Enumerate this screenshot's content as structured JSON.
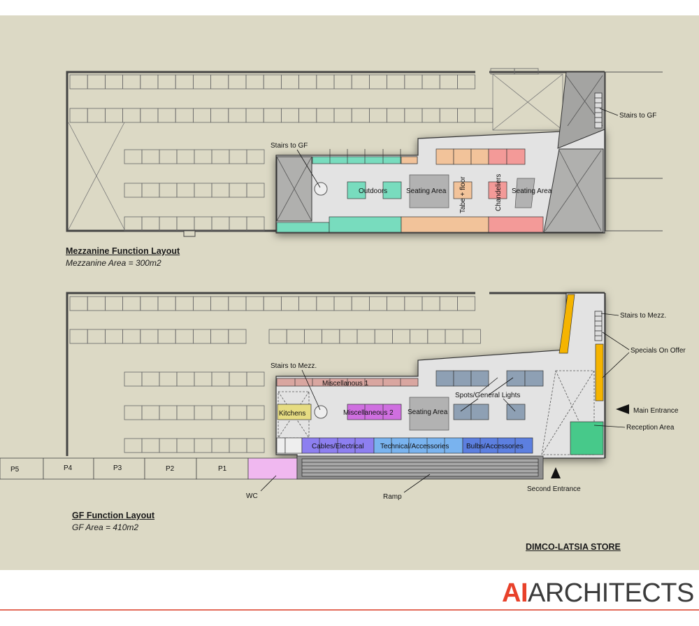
{
  "mezzanine": {
    "title": "Mezzanine Function Layout",
    "area": "Mezzanine Area  = 300m2",
    "labels": {
      "stairs_left": "Stairs to GF",
      "stairs_right": "Stairs to GF",
      "outdoors": "Outdoors",
      "seating_1": "Seating Area",
      "table_floor": "Tabe + floor",
      "chandeliers": "Chandeliers",
      "seating_2": "Seating Area"
    }
  },
  "ground_floor": {
    "title": "GF Function Layout",
    "area": "GF Area  = 410m2",
    "labels": {
      "stairs_left": "Stairs to Mezz.",
      "stairs_right": "Stairs to Mezz.",
      "misc_1": "Miscellanous 1",
      "kitchens": "Kitchens",
      "misc_2": "Miscellaneous 2",
      "seating": "Seating Area",
      "spots": "Spots/General Lights",
      "cables": "Cables/Electrical",
      "technical": "Technical/Accessories",
      "bulbs": "Bulbs/Accessories",
      "specials": "Specials On Offer",
      "main_entrance": "Main Entrance",
      "reception": "Reception Area",
      "second_entrance": "Second Entrance",
      "wc": "WC",
      "ramp": "Ramp"
    },
    "parking": [
      "P5",
      "P4",
      "P3",
      "P2",
      "P1"
    ]
  },
  "store_name": "DIMCO-LATSIA STORE",
  "logo": {
    "prefix": "AI",
    "suffix": "ARCHITECTS"
  },
  "colors": {
    "background": "#dcd9c5",
    "outdoors": "#78dcbe",
    "table_floor": "#f2c39a",
    "chandeliers": "#f39a98",
    "misc_1": "#d9a6a0",
    "kitchens": "#e6dc82",
    "misc_2": "#cf6fe0",
    "cables": "#8d7ff0",
    "technical": "#79b3ef",
    "bulbs": "#5c7fe0",
    "spots": "#8ea0b4",
    "specials": "#f5b400",
    "reception": "#47c98a",
    "wc": "#f0b8f0",
    "logo_accent": "#e8412a"
  }
}
